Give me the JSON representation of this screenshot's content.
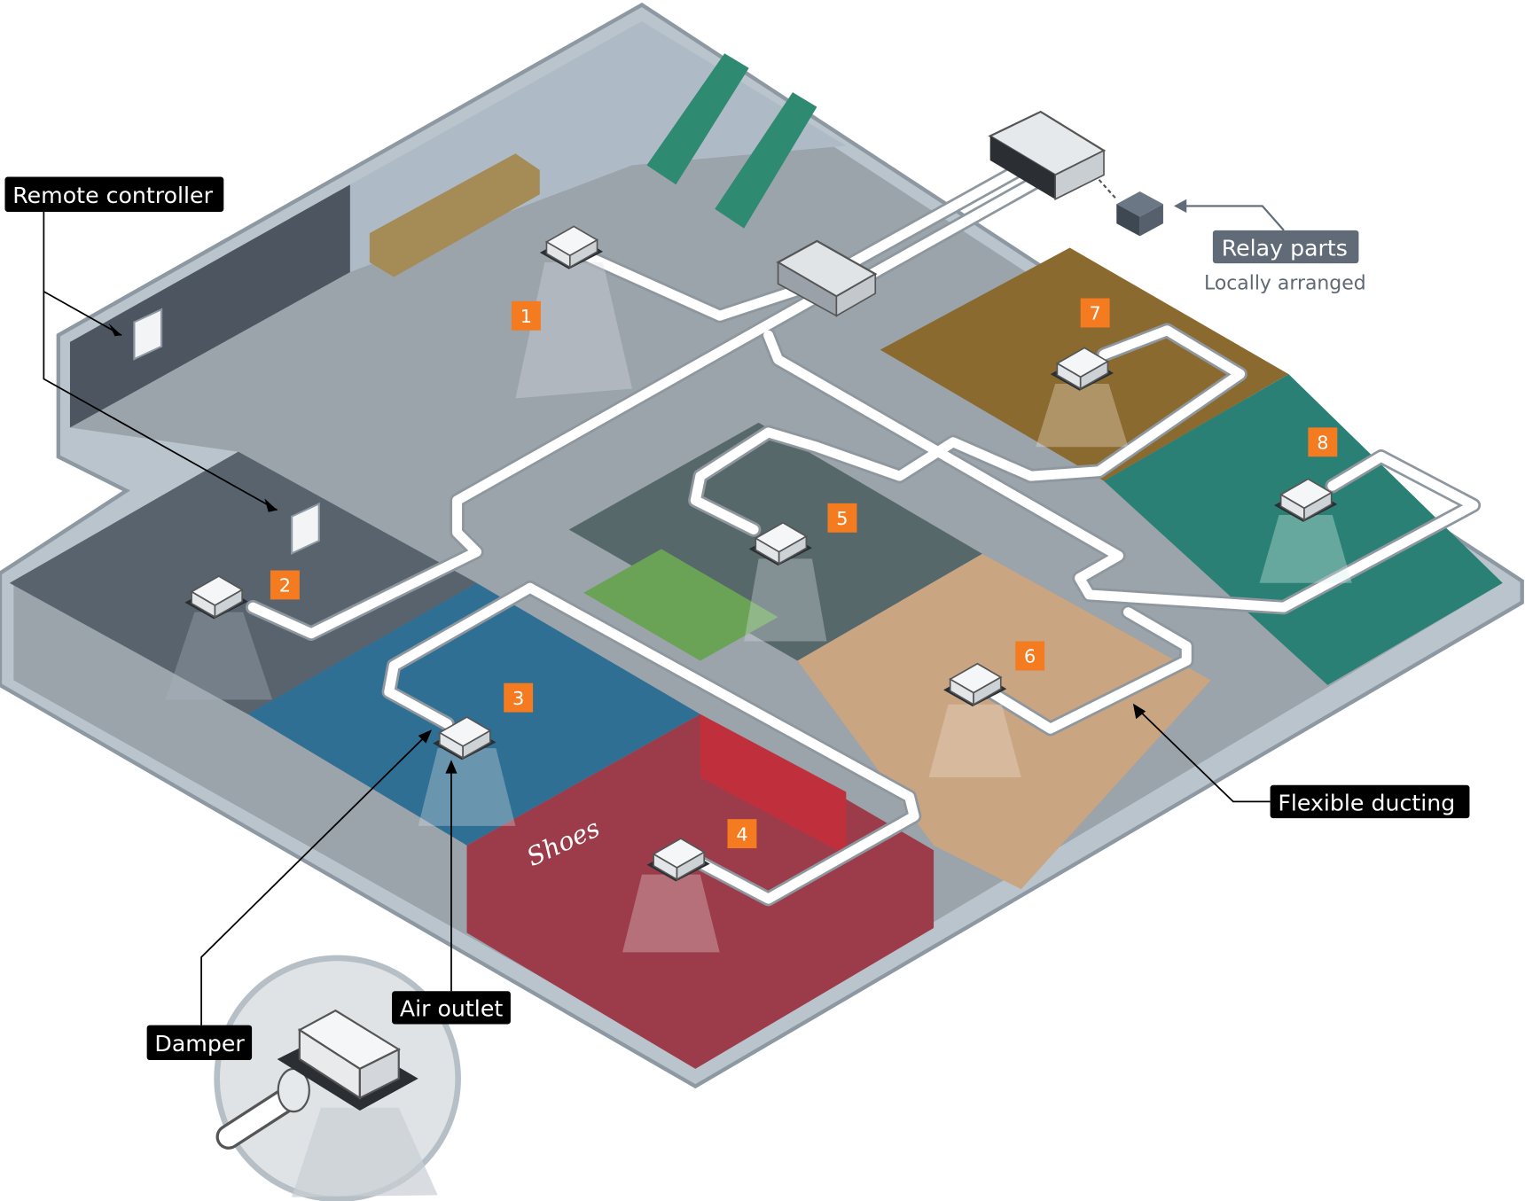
{
  "labels": {
    "remote_controller": "Remote controller",
    "relay_parts": "Relay parts",
    "locally_arranged": "Locally arranged",
    "flexible_ducting": "Flexible ducting",
    "air_outlet": "Air outlet",
    "damper": "Damper",
    "shoes_sign": "Shoes"
  },
  "zones": [
    "1",
    "2",
    "3",
    "4",
    "5",
    "6",
    "7",
    "8"
  ],
  "colors": {
    "badge": "#f47b20",
    "label_bg": "#000000",
    "relay_label_bg": "#616b78",
    "floor": "#9ba3ab",
    "zone_office": "#4a5560",
    "zone_grocery": "#2e6f93",
    "zone_shoes": "#9c3c4a",
    "zone_pharmacy": "#5a6f66",
    "zone_clothing": "#c9a582",
    "zone_restaurant": "#8a6a2e",
    "zone_toys": "#2a8075"
  }
}
